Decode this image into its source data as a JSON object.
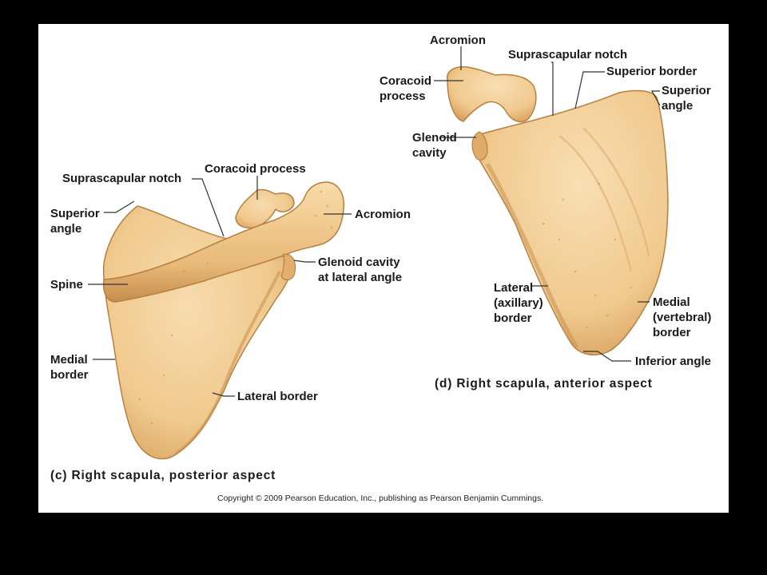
{
  "colors": {
    "background": "#000000",
    "panel": "#ffffff",
    "bone_fill": "#f0c98e",
    "bone_shade": "#d9a35e",
    "bone_edge": "#b7803f",
    "leader_line": "#333333"
  },
  "posterior": {
    "labels": {
      "suprascapular_notch": "Suprascapular notch",
      "coracoid_process": "Coracoid process",
      "superior_angle": "Superior\nangle",
      "acromion": "Acromion",
      "glenoid_cavity": "Glenoid cavity\nat lateral angle",
      "spine": "Spine",
      "medial_border": "Medial\nborder",
      "lateral_border": "Lateral border"
    },
    "caption_letter": "(c)",
    "caption": "Right scapula, posterior aspect"
  },
  "anterior": {
    "labels": {
      "acromion": "Acromion",
      "suprascapular_notch": "Suprascapular notch",
      "superior_border": "Superior border",
      "coracoid_process": "Coracoid\nprocess",
      "superior_angle": "Superior\nangle",
      "glenoid_cavity": "Glenoid\ncavity",
      "lateral_border": "Lateral\n(axillary)\nborder",
      "medial_border": "Medial\n(vertebral)\nborder",
      "inferior_angle": "Inferior angle"
    },
    "caption_letter": "(d)",
    "caption": "Right scapula, anterior aspect"
  },
  "copyright": "Copyright © 2009 Pearson Education, Inc., publishing as Pearson Benjamin Cummings."
}
